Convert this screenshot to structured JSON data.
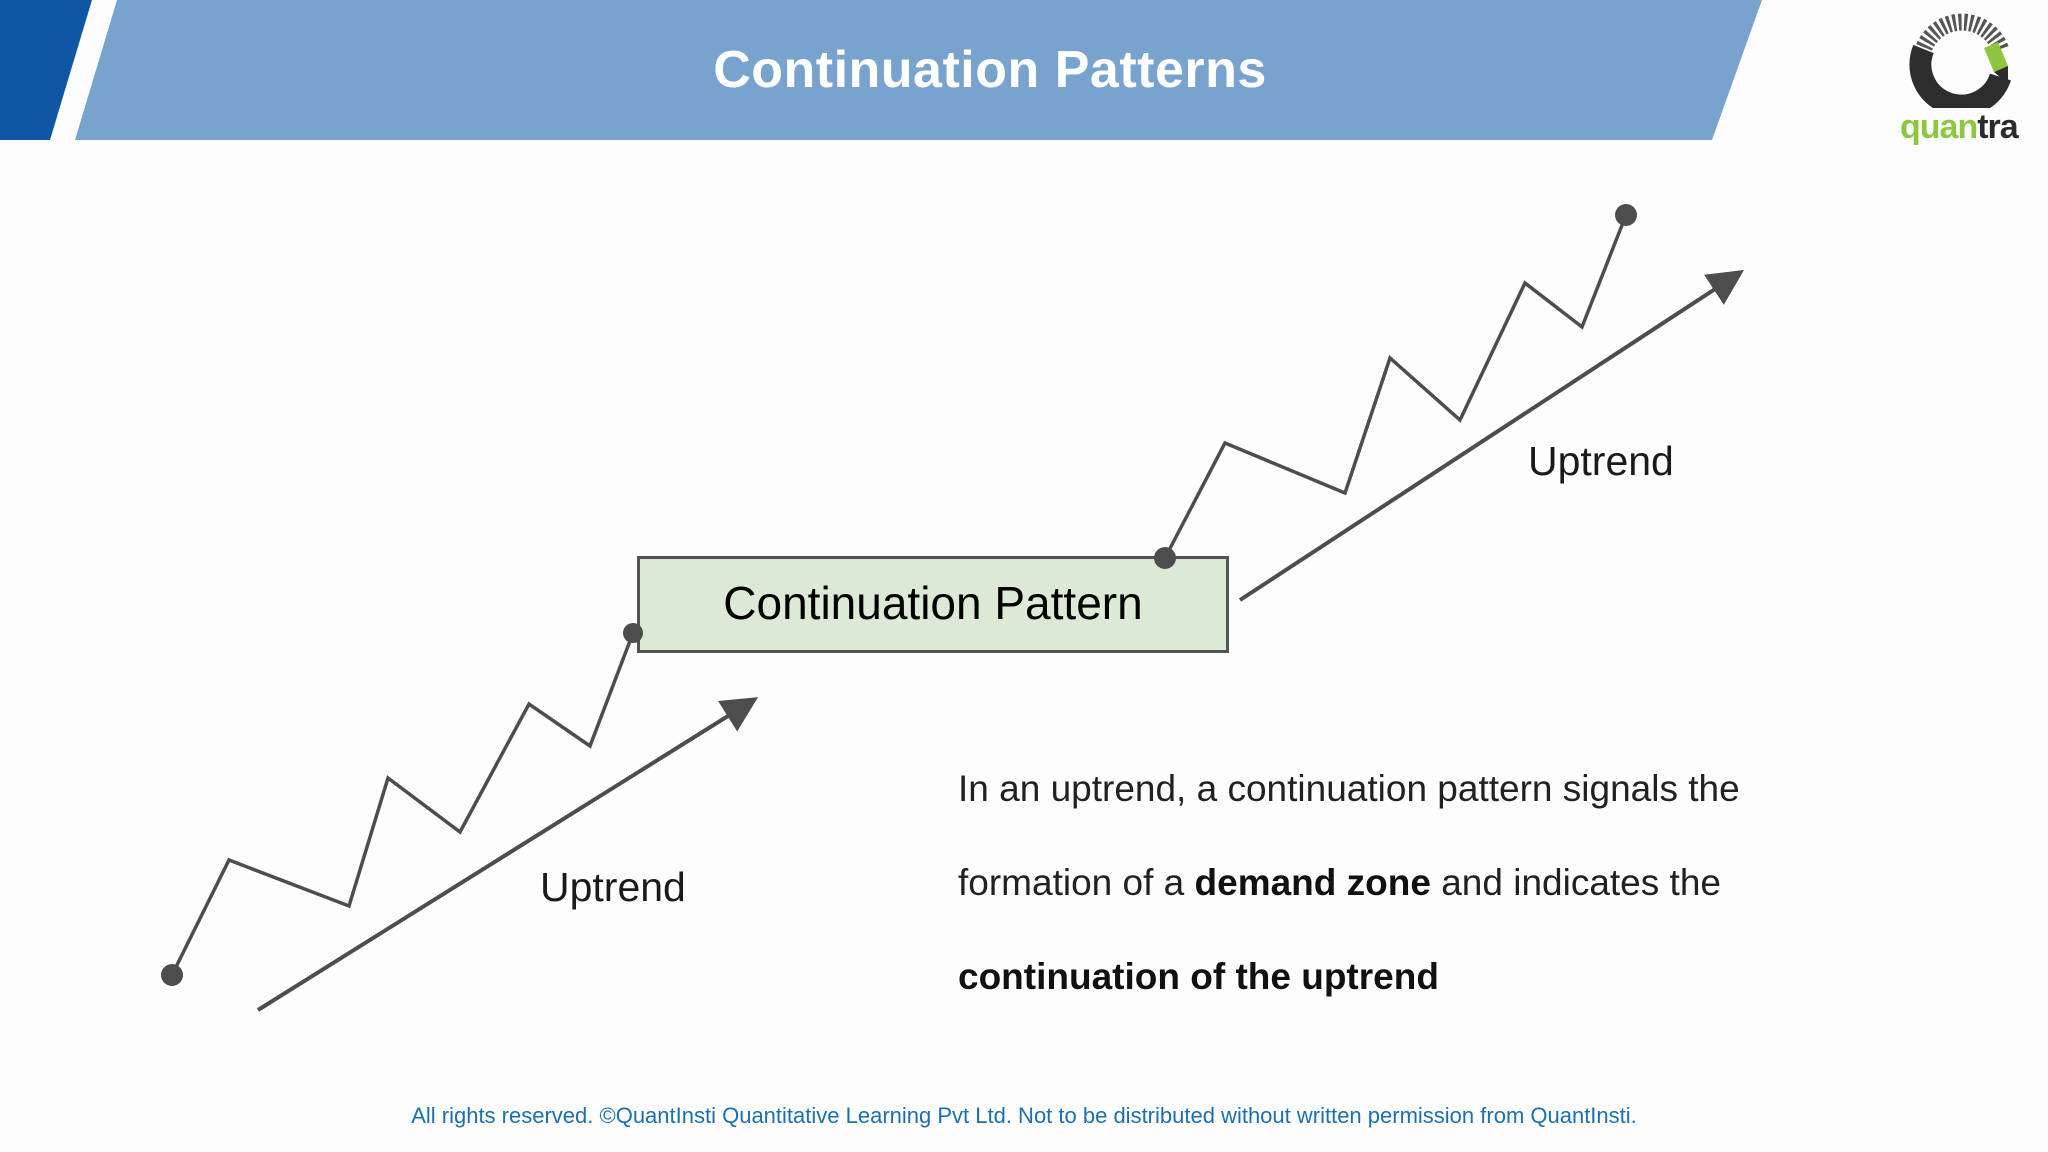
{
  "header": {
    "title": "Continuation Patterns"
  },
  "logo": {
    "brand_green": "quan",
    "brand_dark": "tra"
  },
  "diagram": {
    "box_label": "Continuation Pattern",
    "left_trend_label": "Uptrend",
    "right_trend_label": "Uptrend"
  },
  "body": {
    "line1": "In an uptrend, a continuation pattern signals the",
    "line2_pre": "formation of a ",
    "line2_bold": "demand zone",
    "line2_post": " and indicates the",
    "line3_bold": "continuation of the uptrend"
  },
  "footer": {
    "copyright": "All rights reserved. ©QuantInsti Quantitative Learning Pvt Ltd. Not to be distributed without written permission from QuantInsti."
  },
  "colors": {
    "header_dark_blue": "#0E57A5",
    "header_band_blue": "#78A3CF",
    "title_text": "#FFFFFF",
    "box_fill": "#DCE9D5",
    "box_border": "#4F564F",
    "line_gray": "#4D4D4D",
    "body_text": "#212121",
    "footer_blue": "#1E6FAF",
    "logo_green": "#8DC63F",
    "logo_dark": "#2D2D2D"
  }
}
